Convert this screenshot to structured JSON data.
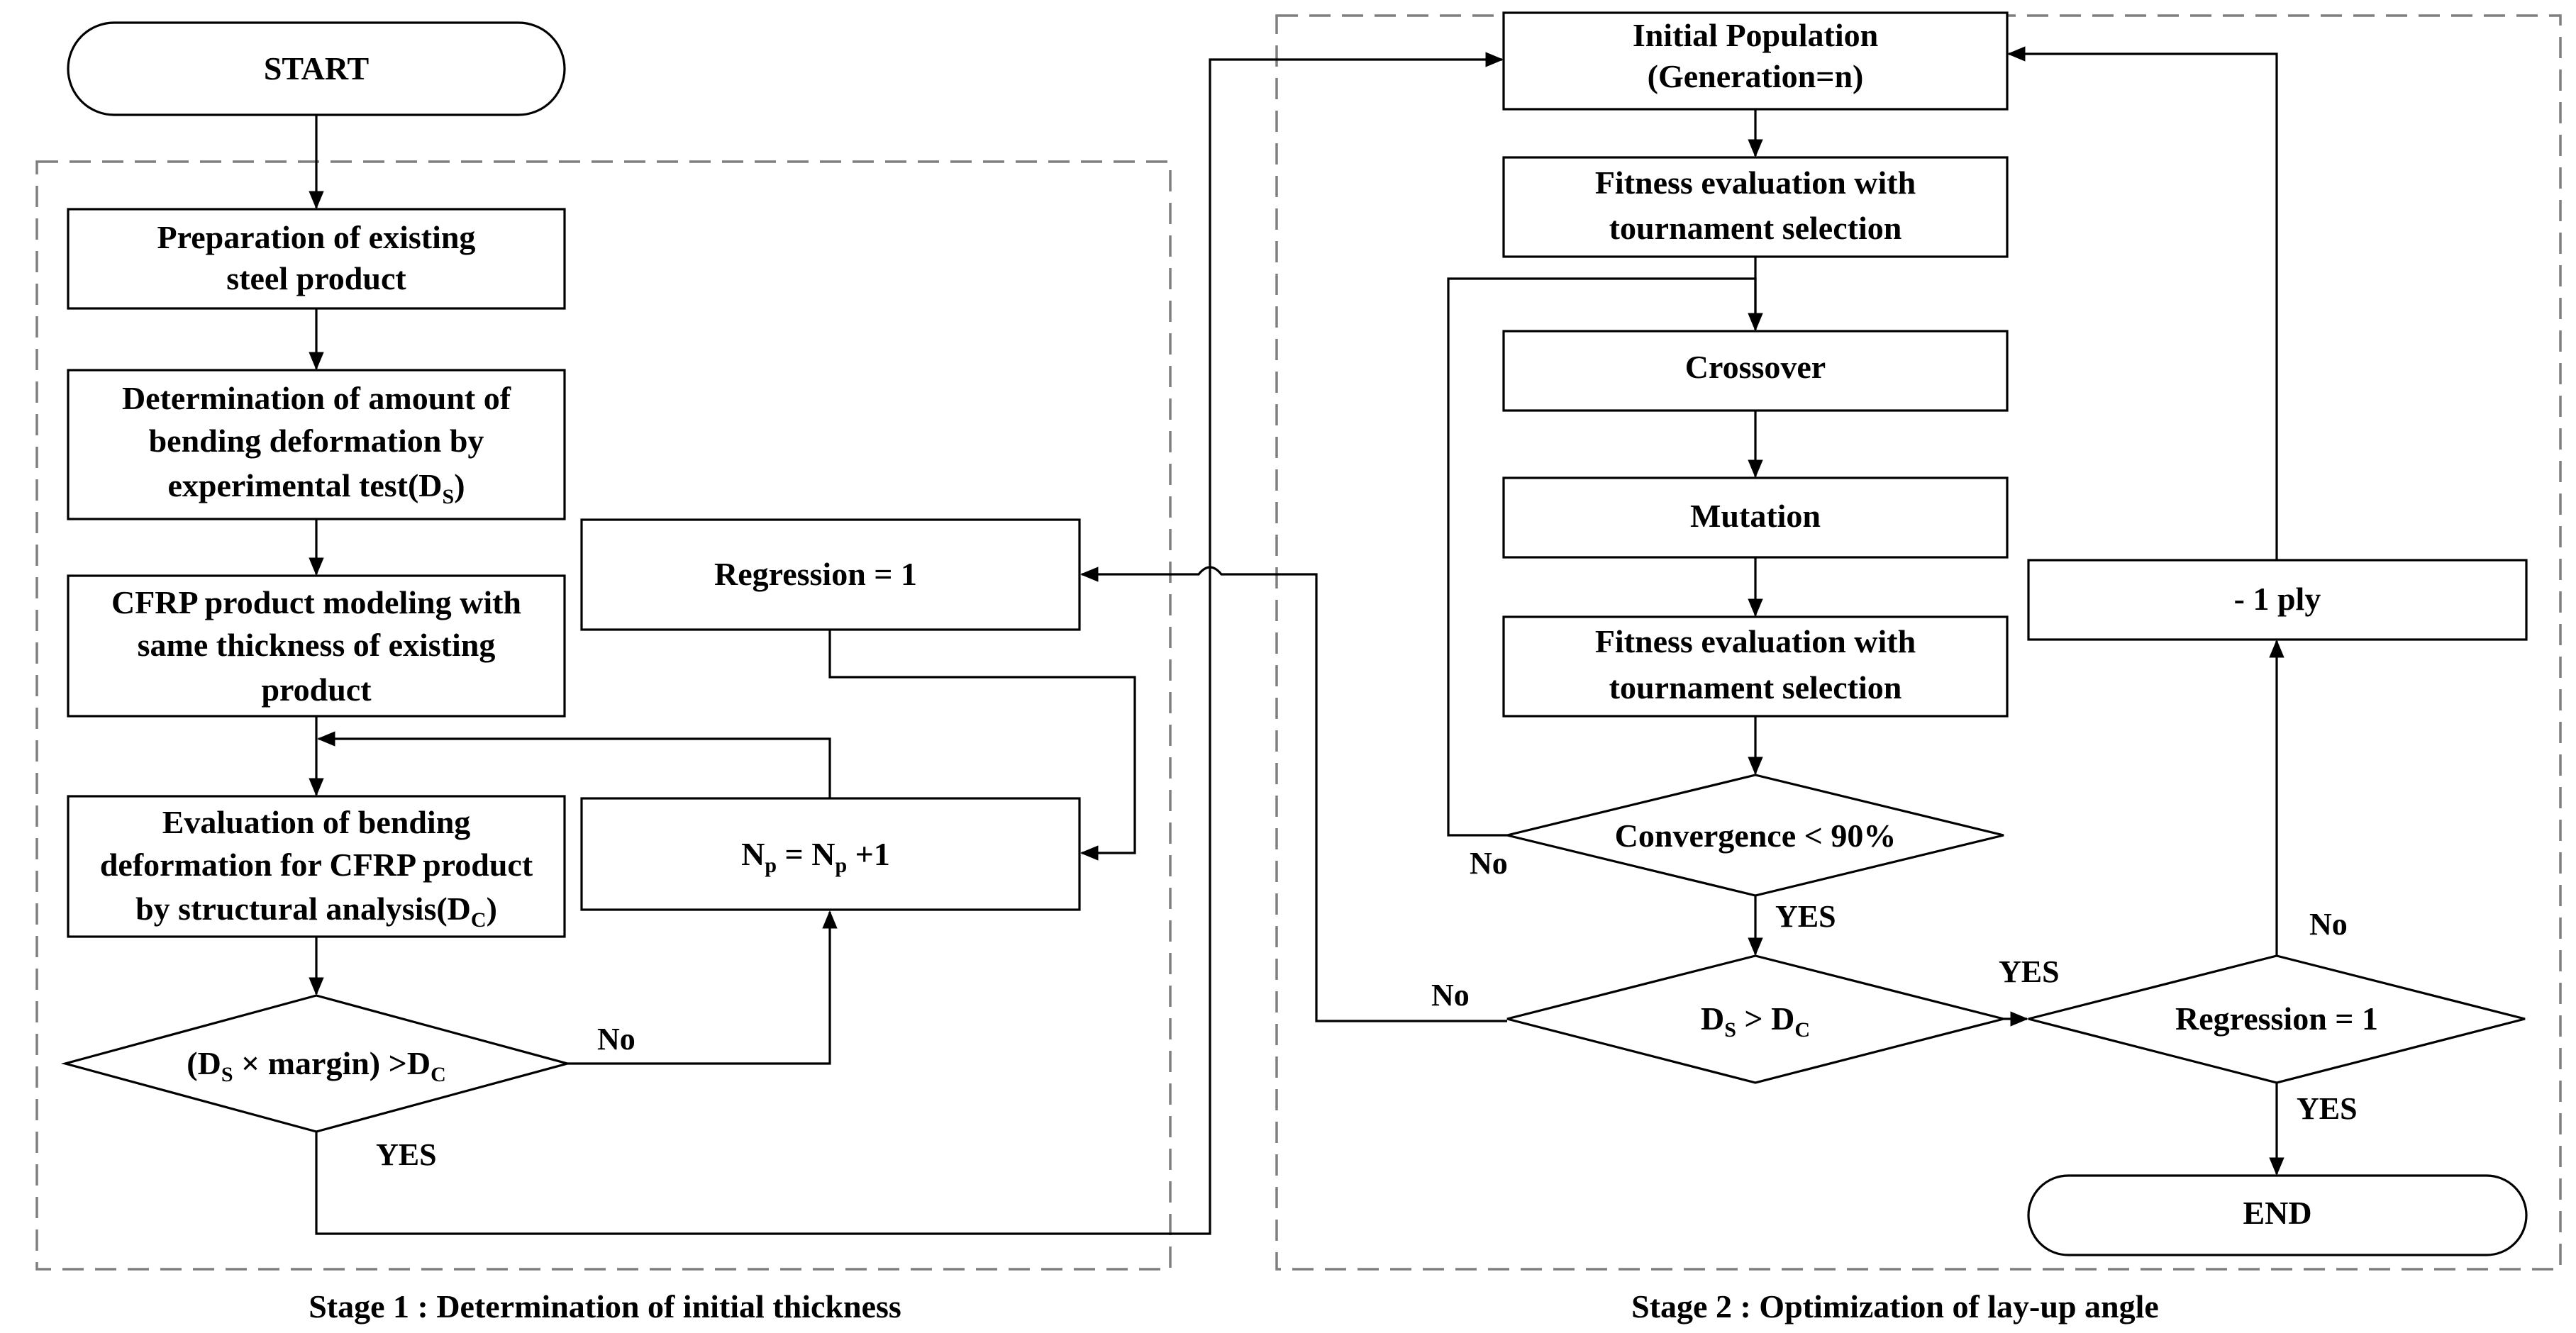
{
  "start": "START",
  "end": "END",
  "stage1": {
    "caption": "Stage 1 : Determination of initial thickness",
    "prep_line1": "Preparation of existing",
    "prep_line2": "steel product",
    "det_line1": "Determination of amount of",
    "det_line2": "bending deformation by",
    "det_line3": "experimental test(D",
    "det_sub": "S",
    "det_close": ")",
    "cfrp_line1": "CFRP product modeling with",
    "cfrp_line2": "same thickness of existing",
    "cfrp_line3": "product",
    "eval_line1": "Evaluation of bending",
    "eval_line2": "deformation for CFRP product",
    "eval_line3": "by structural analysis(D",
    "eval_sub": "C",
    "eval_close": ")",
    "regression_box": "Regression = 1",
    "np_n": "N",
    "np_sub": "p",
    "np_eq": " = N",
    "np_sub2": "p",
    "np_plus": " +1",
    "cond_open": "(D",
    "cond_sub": "S",
    "cond_mid": " × margin) >D",
    "cond_sub2": "C",
    "no_label": "No",
    "yes_label": "YES"
  },
  "stage2": {
    "caption": "Stage 2 : Optimization of lay-up angle",
    "init_line1": "Initial  Population",
    "init_line2": "(Generation=n)",
    "fit1_line1": "Fitness evaluation with",
    "fit1_line2": "tournament selection",
    "crossover": "Crossover",
    "mutation": "Mutation",
    "fit2_line1": "Fitness evaluation with",
    "fit2_line2": "tournament selection",
    "convergence": "Convergence <  90%",
    "conv_no": "No",
    "conv_yes": "YES",
    "ds_D": "D",
    "ds_sub": "S",
    "ds_mid": " > D",
    "ds_sub2": "C",
    "ds_no": "No",
    "ds_yes": "YES",
    "regression_cond": "Regression = 1",
    "reg_no": "No",
    "reg_yes": "YES",
    "minus_ply": "- 1 ply"
  },
  "colors": {
    "line": "#000000",
    "stage_border": "#7f7f7f"
  }
}
